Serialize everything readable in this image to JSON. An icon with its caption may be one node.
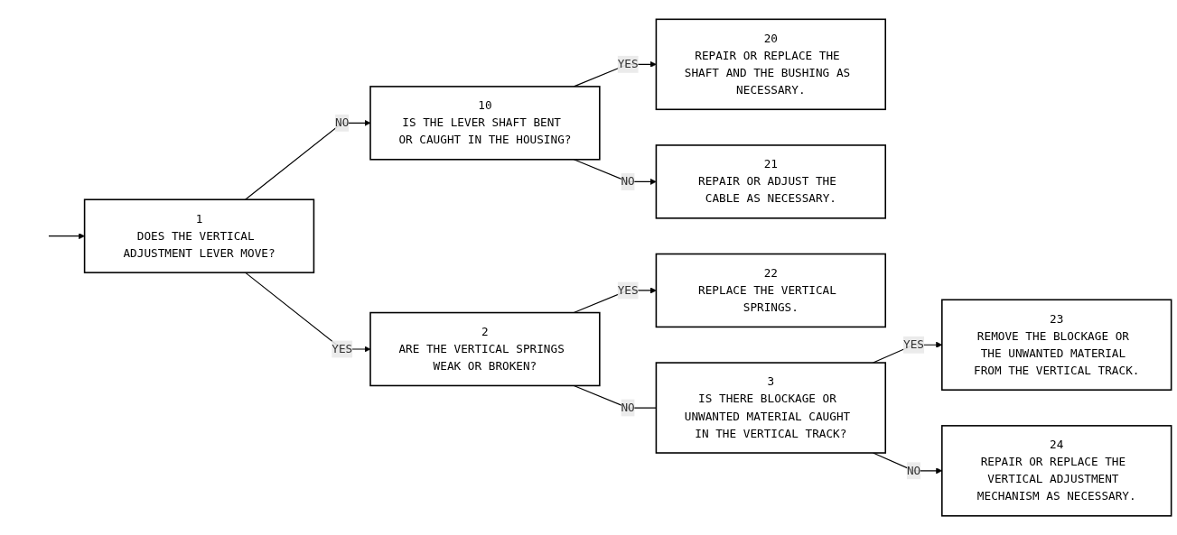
{
  "diagram": {
    "nodes": [
      {
        "text": [
          "1",
          "DOES THE VERTICAL ADJUSTMENT LEVER MOVE?"
        ]
      },
      {
        "text": [
          "10",
          "IS THE LEVER SHAFT BENT OR CAUGHT IN THE HOUSING?"
        ]
      },
      {
        "text": [
          "20",
          "REPAIR OR REPLACE THE SHAFT AND THE BUSHING AS NECESSARY."
        ]
      },
      {
        "text": [
          "21",
          "REPAIR OR ADJUST THE CABLE AS NECESSARY."
        ]
      },
      {
        "text": [
          "2",
          "ARE THE VERTICAL SPRINGS WEAK OR BROKEN?"
        ]
      },
      {
        "text": [
          "22",
          "REPLACE THE VERTICAL SPRINGS."
        ]
      },
      {
        "text": [
          "3",
          "IS THERE BLOCKAGE OR UNWANTED MATERIAL CAUGHT IN THE VERTICAL TRACK?"
        ]
      },
      {
        "text": [
          "23",
          "REMOVE THE BLOCKAGE OR THE UNWANTED MATERIAL FROM THE VERTICAL TRACK."
        ]
      },
      {
        "text": [
          "24",
          "REPAIR OR REPLACE THE VERTICAL ADJUSTMENT MECHANISM AS NECESSARY."
        ]
      }
    ],
    "edges": [
      {
        "from": null,
        "to": 0,
        "arrow": "to"
      },
      {
        "from": 0,
        "to": 1,
        "arrow": "to",
        "label": "NO"
      },
      {
        "from": 1,
        "to": 2,
        "arrow": "to",
        "label": "YES"
      },
      {
        "from": 1,
        "to": 3,
        "arrow": "to",
        "label": "NO"
      },
      {
        "from": 0,
        "to": 4,
        "arrow": "to",
        "label": "YES"
      },
      {
        "from": 4,
        "to": 5,
        "arrow": "to",
        "label": "YES"
      },
      {
        "from": 4,
        "to": 6,
        "arrow": "none",
        "label": "NO"
      },
      {
        "from": 6,
        "to": 7,
        "arrow": "to",
        "label": "YES"
      },
      {
        "from": 6,
        "to": 8,
        "arrow": "to",
        "label": "NO"
      }
    ]
  }
}
